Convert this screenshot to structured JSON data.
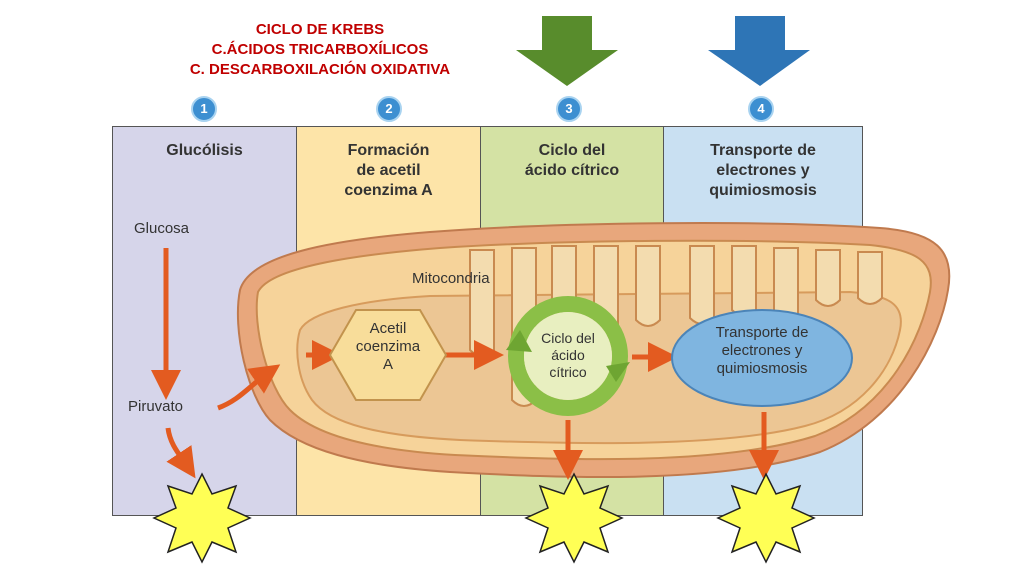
{
  "title": {
    "line1": "CICLO DE KREBS",
    "line2": "C.ÁCIDOS TRICARBOXÍLICOS",
    "line3": "C. DESCARBOXILACIÓN OXIDATIVA"
  },
  "colors": {
    "title": "#c00000",
    "panel_glucolisis": "#d6d5ea",
    "panel_acetil": "#fde4a8",
    "panel_citrico": "#d4e2a4",
    "panel_transporte": "#c9e0f2",
    "arrow_green": "#588c2c",
    "arrow_blue": "#2e75b6",
    "orange_arrow": "#e35b20",
    "step_circle": "#3d8fd1"
  },
  "steps": [
    {
      "number": "1",
      "title": "Glucólisis"
    },
    {
      "number": "2",
      "title": "Formación\nde acetil\ncoenzima A"
    },
    {
      "number": "3",
      "title": "Ciclo del\nácido cítrico"
    },
    {
      "number": "4",
      "title": "Transporte de\nelectrones y\nquimiosmosis"
    }
  ],
  "labels": {
    "glucosa": "Glucosa",
    "piruvato": "Piruvato",
    "mitocondria": "Mitocondria",
    "acetil": "Acetil\ncoenzima\nA",
    "ciclo": "Ciclo del\nácido\ncítrico",
    "transporte": "Transporte de\nelectrones y\nquimiosmosis"
  }
}
